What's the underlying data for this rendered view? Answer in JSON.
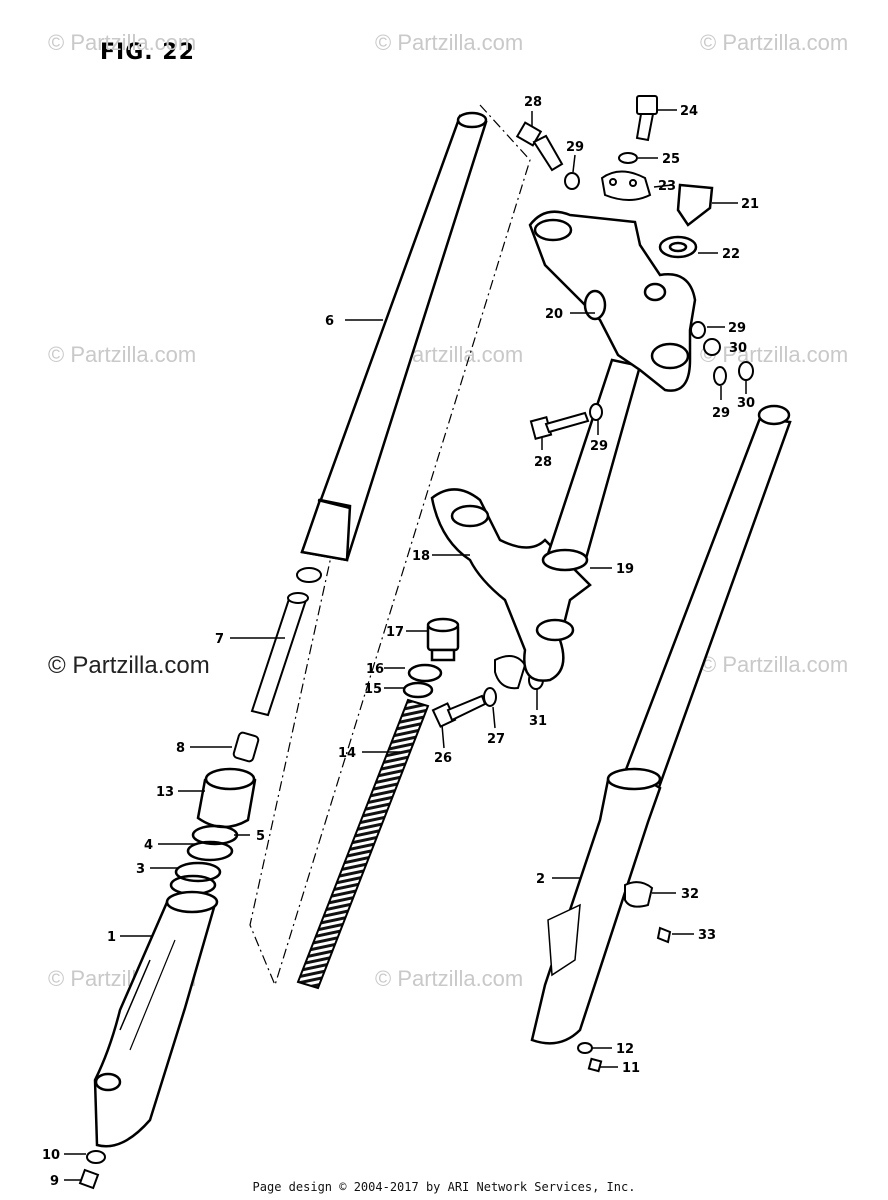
{
  "figure": {
    "title": "FIG. 22"
  },
  "watermarks": [
    "© Partzilla.com",
    "© Partzilla.com",
    "© Partzilla.com",
    "© Partzilla.com",
    "© Partzilla.com",
    "© Partzilla.com",
    "© Partzilla.com",
    "© Partzilla.com",
    "© Partzilla.com",
    "© Partzilla.com"
  ],
  "footer": "Page design © 2004-2017 by ARI Network Services, Inc.",
  "callouts": {
    "c1": "1",
    "c2": "2",
    "c3": "3",
    "c4": "4",
    "c5": "5",
    "c6": "6",
    "c7": "7",
    "c8": "8",
    "c9": "9",
    "c10": "10",
    "c11": "11",
    "c12": "12",
    "c13": "13",
    "c14": "14",
    "c15": "15",
    "c16": "16",
    "c17": "17",
    "c18": "18",
    "c19": "19",
    "c20": "20",
    "c21": "21",
    "c22": "22",
    "c23": "23",
    "c24": "24",
    "c25": "25",
    "c26": "26",
    "c27": "27",
    "c28a": "28",
    "c28b": "28",
    "c29a": "29",
    "c29b": "29",
    "c29c": "29",
    "c29d": "29",
    "c30a": "30",
    "c30b": "30",
    "c31": "31",
    "c32": "32",
    "c33": "33"
  }
}
